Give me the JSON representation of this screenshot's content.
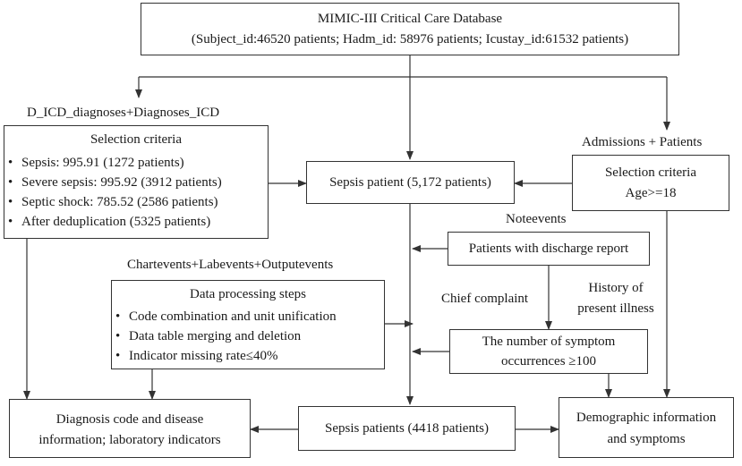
{
  "nodes": {
    "mimic": {
      "title": "MIMIC-III Critical Care Database",
      "subtitle": "(Subject_id:46520 patients; Hadm_id: 58976 patients; Icustay_id:61532 patients)"
    },
    "dicd_label": "D_ICD_diagnoses+Diagnoses_ICD",
    "selection_left": {
      "title": "Selection criteria",
      "items": [
        "Sepsis: 995.91 (1272 patients)",
        "Severe sepsis: 995.92 (3912 patients)",
        "Septic shock: 785.52 (2586 patients)",
        "After deduplication (5325 patients)"
      ]
    },
    "admissions_label": "Admissions + Patients",
    "selection_right": {
      "title": "Selection criteria",
      "subtitle": "Age>=18"
    },
    "sepsis_patient": "Sepsis patient (5,172 patients)",
    "noteevents_label": "Noteevents",
    "discharge": "Patients with discharge report",
    "chartevents_label": "Chartevents+Labevents+Outputevents",
    "processing": {
      "title": "Data processing steps",
      "items": [
        "Code combination and unit unification",
        "Data table merging and deletion",
        "Indicator missing rate≤40%"
      ]
    },
    "chief_complaint": "Chief complaint",
    "history": {
      "line1": "History of",
      "line2": "present illness"
    },
    "symptom": {
      "line1": "The number of symptom",
      "line2": "occurrences ≥100"
    },
    "diagnosis": {
      "line1": "Diagnosis code and disease",
      "line2": "information; laboratory indicators"
    },
    "sepsis_final": "Sepsis patients (4418 patients)",
    "demographic": {
      "line1": "Demographic information",
      "line2": "and symptoms"
    }
  }
}
